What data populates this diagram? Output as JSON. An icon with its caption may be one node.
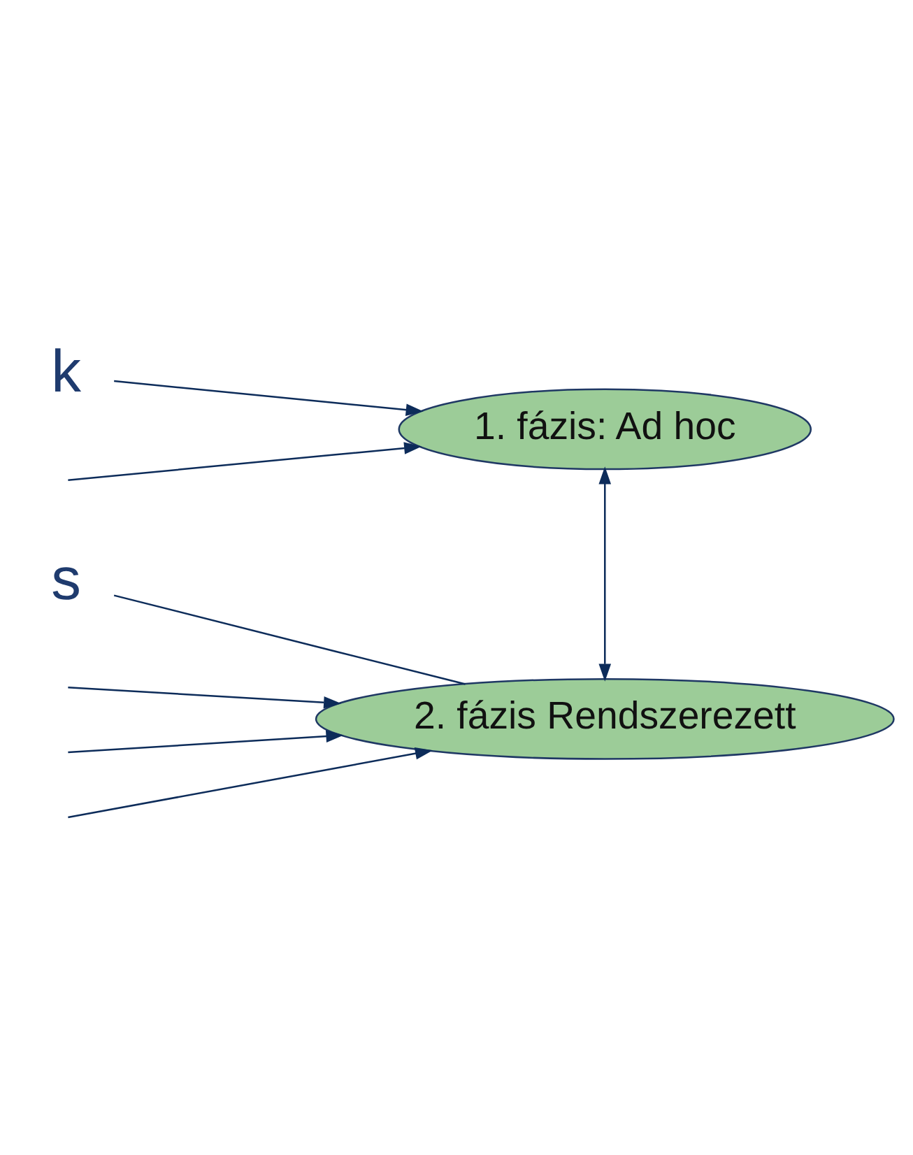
{
  "diagram": {
    "nodes": [
      {
        "text": [
          "1. fázis: Ad hoc"
        ]
      },
      {
        "text": [
          "k"
        ]
      },
      {
        "text": [
          "s"
        ]
      },
      {
        "text": [
          "2. fázis Rendszerezett"
        ]
      }
    ],
    "edges": [
      {
        "from": null,
        "to": 0,
        "arrow": "to"
      },
      {
        "from": 1,
        "to": 0,
        "arrow": "to"
      },
      {
        "from": 3,
        "to": 0,
        "arrow": "both"
      },
      {
        "from": null,
        "to": 3,
        "arrow": "to"
      },
      {
        "from": null,
        "to": 3,
        "arrow": "to"
      },
      {
        "from": null,
        "to": 3,
        "arrow": "to"
      },
      {
        "from": 2,
        "to": 3,
        "arrow": "none"
      }
    ]
  }
}
